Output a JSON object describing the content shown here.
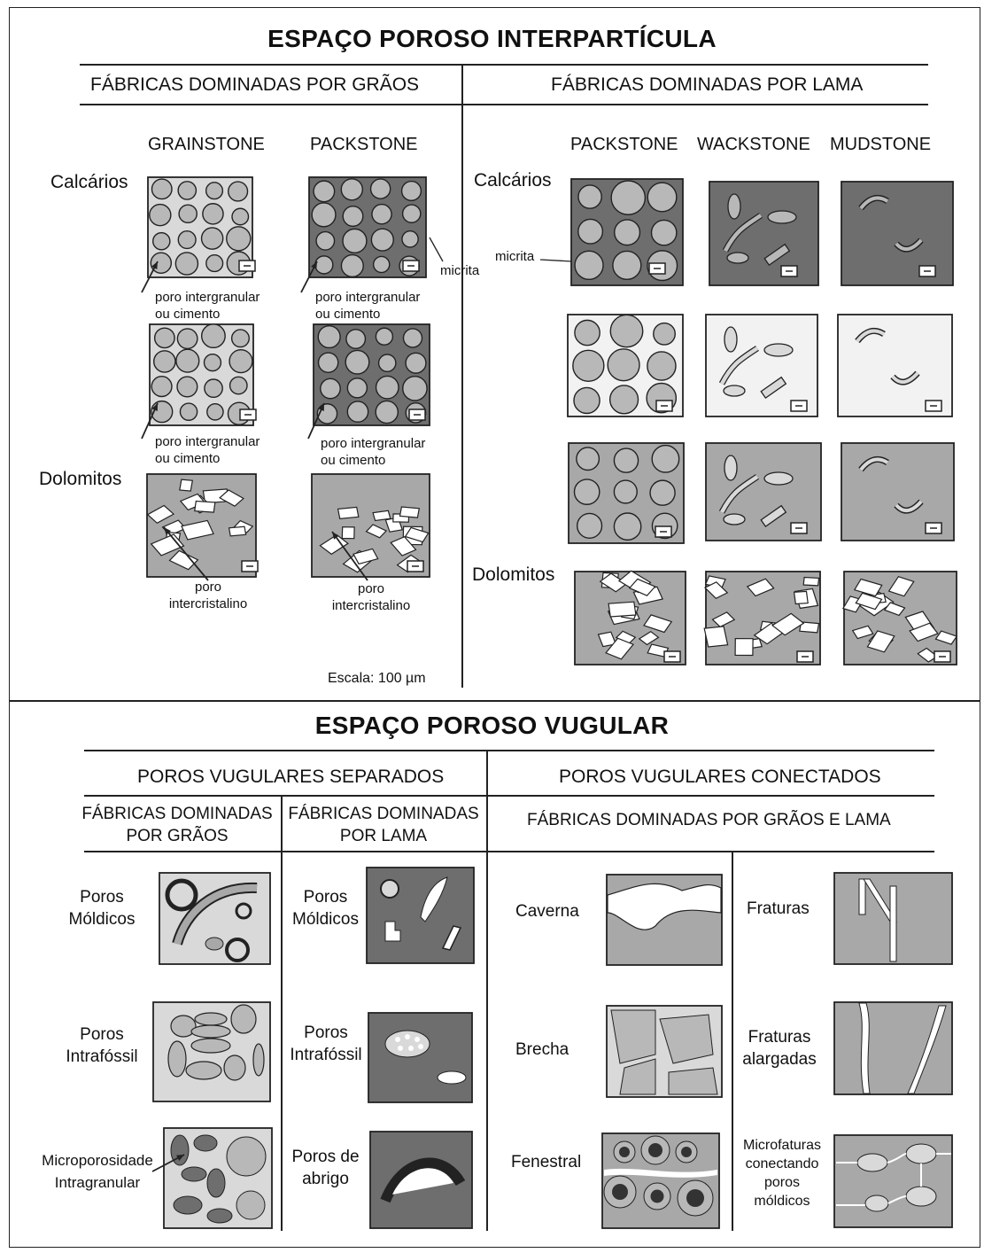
{
  "top": {
    "title": "ESPAÇO POROSO INTERPARTÍCULA",
    "grain_header": "FÁBRICAS DOMINADAS POR GRÃOS",
    "mud_header": "FÁBRICAS DOMINADAS POR LAMA",
    "grain_cols": [
      "GRAINSTONE",
      "PACKSTONE"
    ],
    "mud_cols": [
      "PACKSTONE",
      "WACKSTONE",
      "MUDSTONE"
    ],
    "calcarios": "Calcários",
    "dolomitos": "Dolomitos",
    "micrita": "micrita",
    "poro_intergranular_l1": "poro intergranular",
    "poro_intergranular_l2": "ou cimento",
    "poro_intercristalino_l1": "poro",
    "poro_intercristalino_l2": "intercristalino",
    "escala": "Escala: 100 µm"
  },
  "bottom": {
    "title": "ESPAÇO POROSO VUGULAR",
    "separados": "POROS VUGULARES SEPARADOS",
    "conectados": "POROS VUGULARES CONECTADOS",
    "sep_grain_l1": "FÁBRICAS DOMINADAS",
    "sep_grain_l2": "POR GRÃOS",
    "sep_mud_l1": "FÁBRICAS DOMINADAS",
    "sep_mud_l2": "POR LAMA",
    "con_header": "FÁBRICAS DOMINADAS  POR  GRÃOS E LAMA",
    "grain_items": [
      [
        "Poros",
        "Móldicos"
      ],
      [
        "Poros",
        "Intrafóssil"
      ],
      [
        "Microporosidade",
        "Intragranular"
      ]
    ],
    "mud_items": [
      [
        "Poros",
        "Móldicos"
      ],
      [
        "Poros",
        "Intrafóssil"
      ],
      [
        "Poros de",
        "abrigo"
      ]
    ],
    "con_left": [
      "Caverna",
      "Brecha",
      "Fenestral"
    ],
    "con_right": [
      [
        "Fraturas"
      ],
      [
        "Fraturas",
        "alargadas"
      ],
      [
        "Microfaturas",
        "conectando",
        "poros",
        "móldicos"
      ]
    ]
  },
  "colors": {
    "line": "#222222",
    "light": "#d9d9d9",
    "mid": "#a8a8a8",
    "dark": "#6e6e6e",
    "grain": "#b8b8b8",
    "white": "#f2f2f2"
  }
}
